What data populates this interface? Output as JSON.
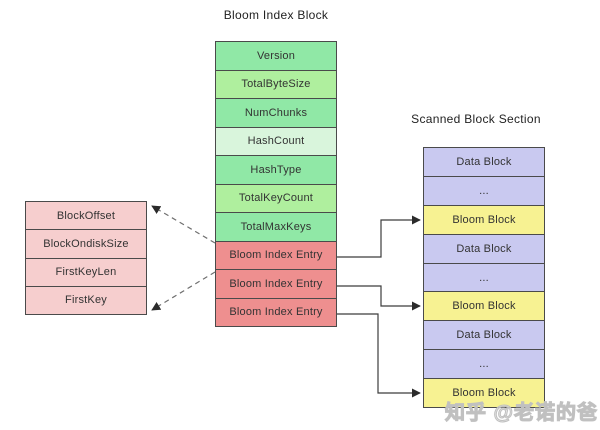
{
  "diagram": {
    "bloom_index_block": {
      "title": "Bloom Index Block",
      "rows": [
        {
          "label": "Version",
          "color": "#90E8A6"
        },
        {
          "label": "TotalByteSize",
          "color": "#AFEF9E"
        },
        {
          "label": "NumChunks",
          "color": "#90E8A6"
        },
        {
          "label": "HashCount",
          "color": "#D9F5DC"
        },
        {
          "label": "HashType",
          "color": "#90E8A6"
        },
        {
          "label": "TotalKeyCount",
          "color": "#AFEF9E"
        },
        {
          "label": "TotalMaxKeys",
          "color": "#90E8A6"
        },
        {
          "label": "Bloom Index Entry",
          "color": "#EE8F8F"
        },
        {
          "label": "Bloom Index Entry",
          "color": "#EE8F8F"
        },
        {
          "label": "Bloom Index Entry",
          "color": "#EE8F8F"
        }
      ]
    },
    "bloom_index_entry_detail": {
      "rows": [
        {
          "label": "BlockOffset",
          "color": "#F6CECE"
        },
        {
          "label": "BlockOndiskSize",
          "color": "#F6CECE"
        },
        {
          "label": "FirstKeyLen",
          "color": "#F6CECE"
        },
        {
          "label": "FirstKey",
          "color": "#F6CECE"
        }
      ]
    },
    "scanned_block_section": {
      "title": "Scanned Block Section",
      "rows": [
        {
          "label": "Data Block",
          "color": "#C9C9F0"
        },
        {
          "label": "...",
          "color": "#C9C9F0"
        },
        {
          "label": "Bloom Block",
          "color": "#F7F292"
        },
        {
          "label": "Data Block",
          "color": "#C9C9F0"
        },
        {
          "label": "...",
          "color": "#C9C9F0"
        },
        {
          "label": "Bloom Block",
          "color": "#F7F292"
        },
        {
          "label": "Data Block",
          "color": "#C9C9F0"
        },
        {
          "label": "...",
          "color": "#C9C9F0"
        },
        {
          "label": "Bloom Block",
          "color": "#F7F292"
        }
      ]
    }
  },
  "watermark": "知乎 @老诺的爸",
  "colors": {
    "background": "#ffffff",
    "border": "#4a4a4a",
    "solid_line": "#3c3c3c",
    "dashed_line": "#6f6f6f",
    "text": "#333333"
  }
}
